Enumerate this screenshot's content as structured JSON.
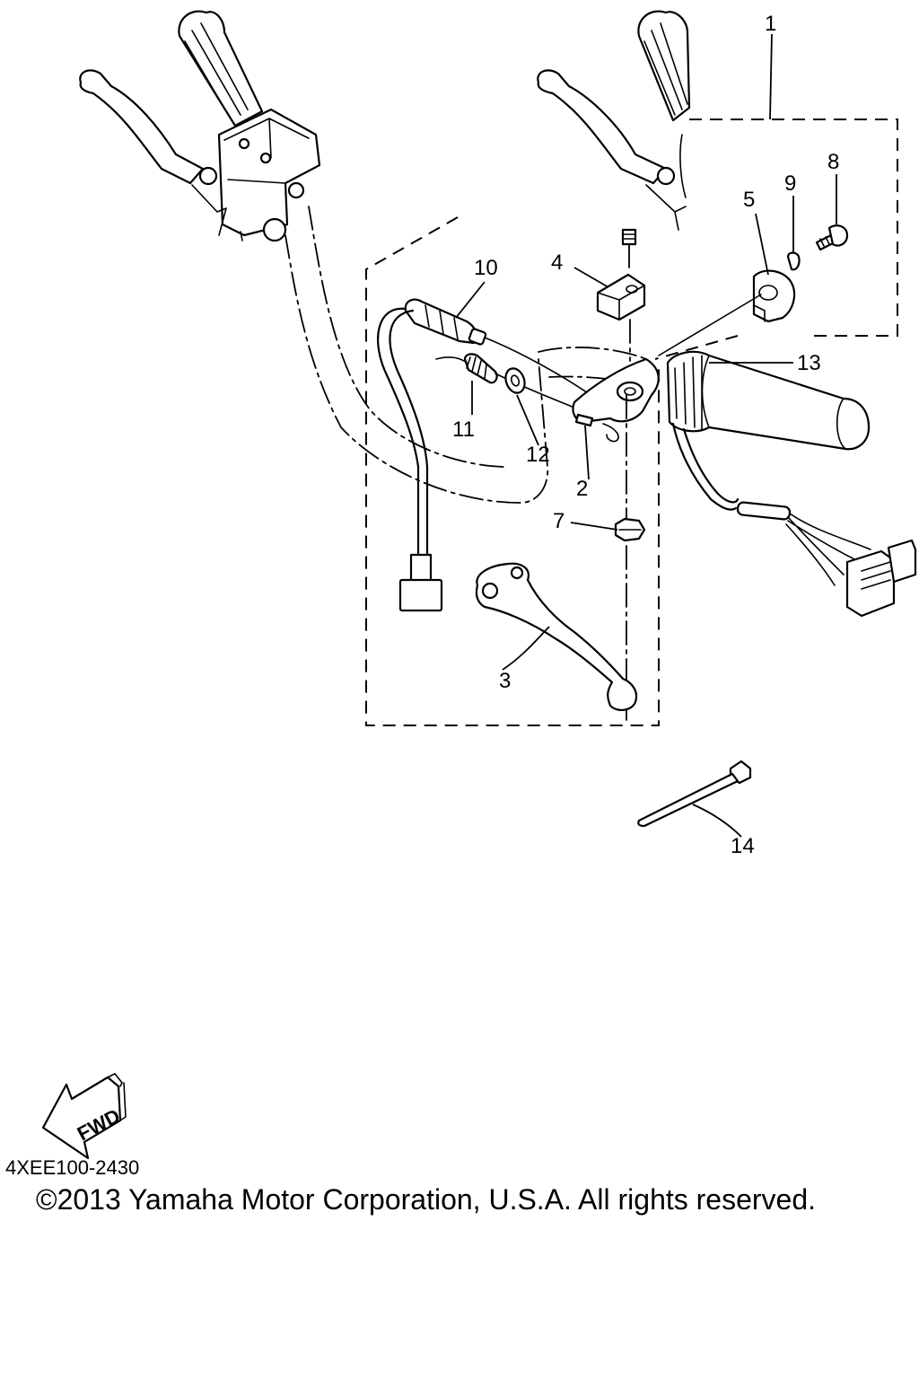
{
  "callouts": [
    {
      "id": "1",
      "label": "1"
    },
    {
      "id": "2",
      "label": "2"
    },
    {
      "id": "3",
      "label": "3"
    },
    {
      "id": "4",
      "label": "4"
    },
    {
      "id": "5",
      "label": "5"
    },
    {
      "id": "7",
      "label": "7"
    },
    {
      "id": "8",
      "label": "8"
    },
    {
      "id": "9",
      "label": "9"
    },
    {
      "id": "10",
      "label": "10"
    },
    {
      "id": "11",
      "label": "11"
    },
    {
      "id": "12",
      "label": "12"
    },
    {
      "id": "13",
      "label": "13"
    },
    {
      "id": "14",
      "label": "14"
    }
  ],
  "fwd_label": "FWD",
  "diagram_code": "4XEE100-2430",
  "copyright": "©2013 Yamaha Motor Corporation, U.S.A. All rights reserved.",
  "icons": [
    "fwd-arrow-icon"
  ],
  "colors": {
    "ink": "#000000",
    "paper": "#ffffff"
  }
}
